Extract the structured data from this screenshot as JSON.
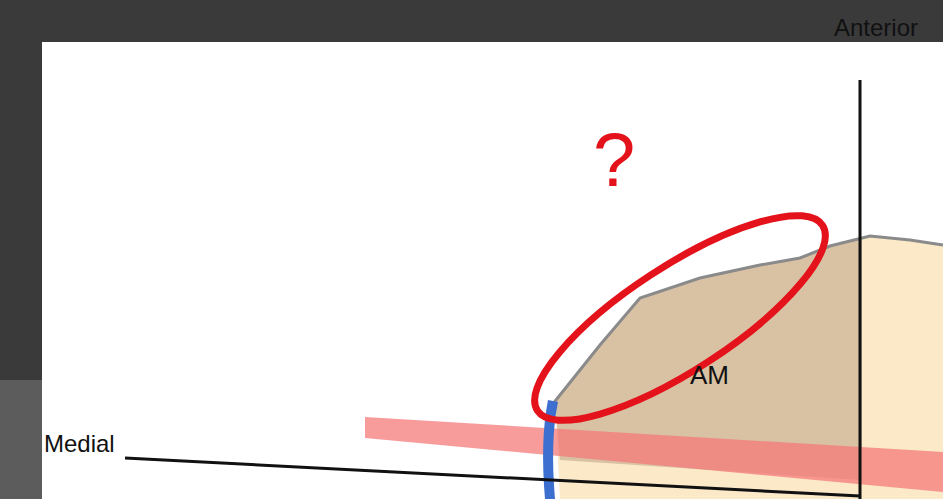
{
  "diagram": {
    "labels": [
      "Anterior",
      "?",
      "AM",
      "Medial"
    ]
  }
}
